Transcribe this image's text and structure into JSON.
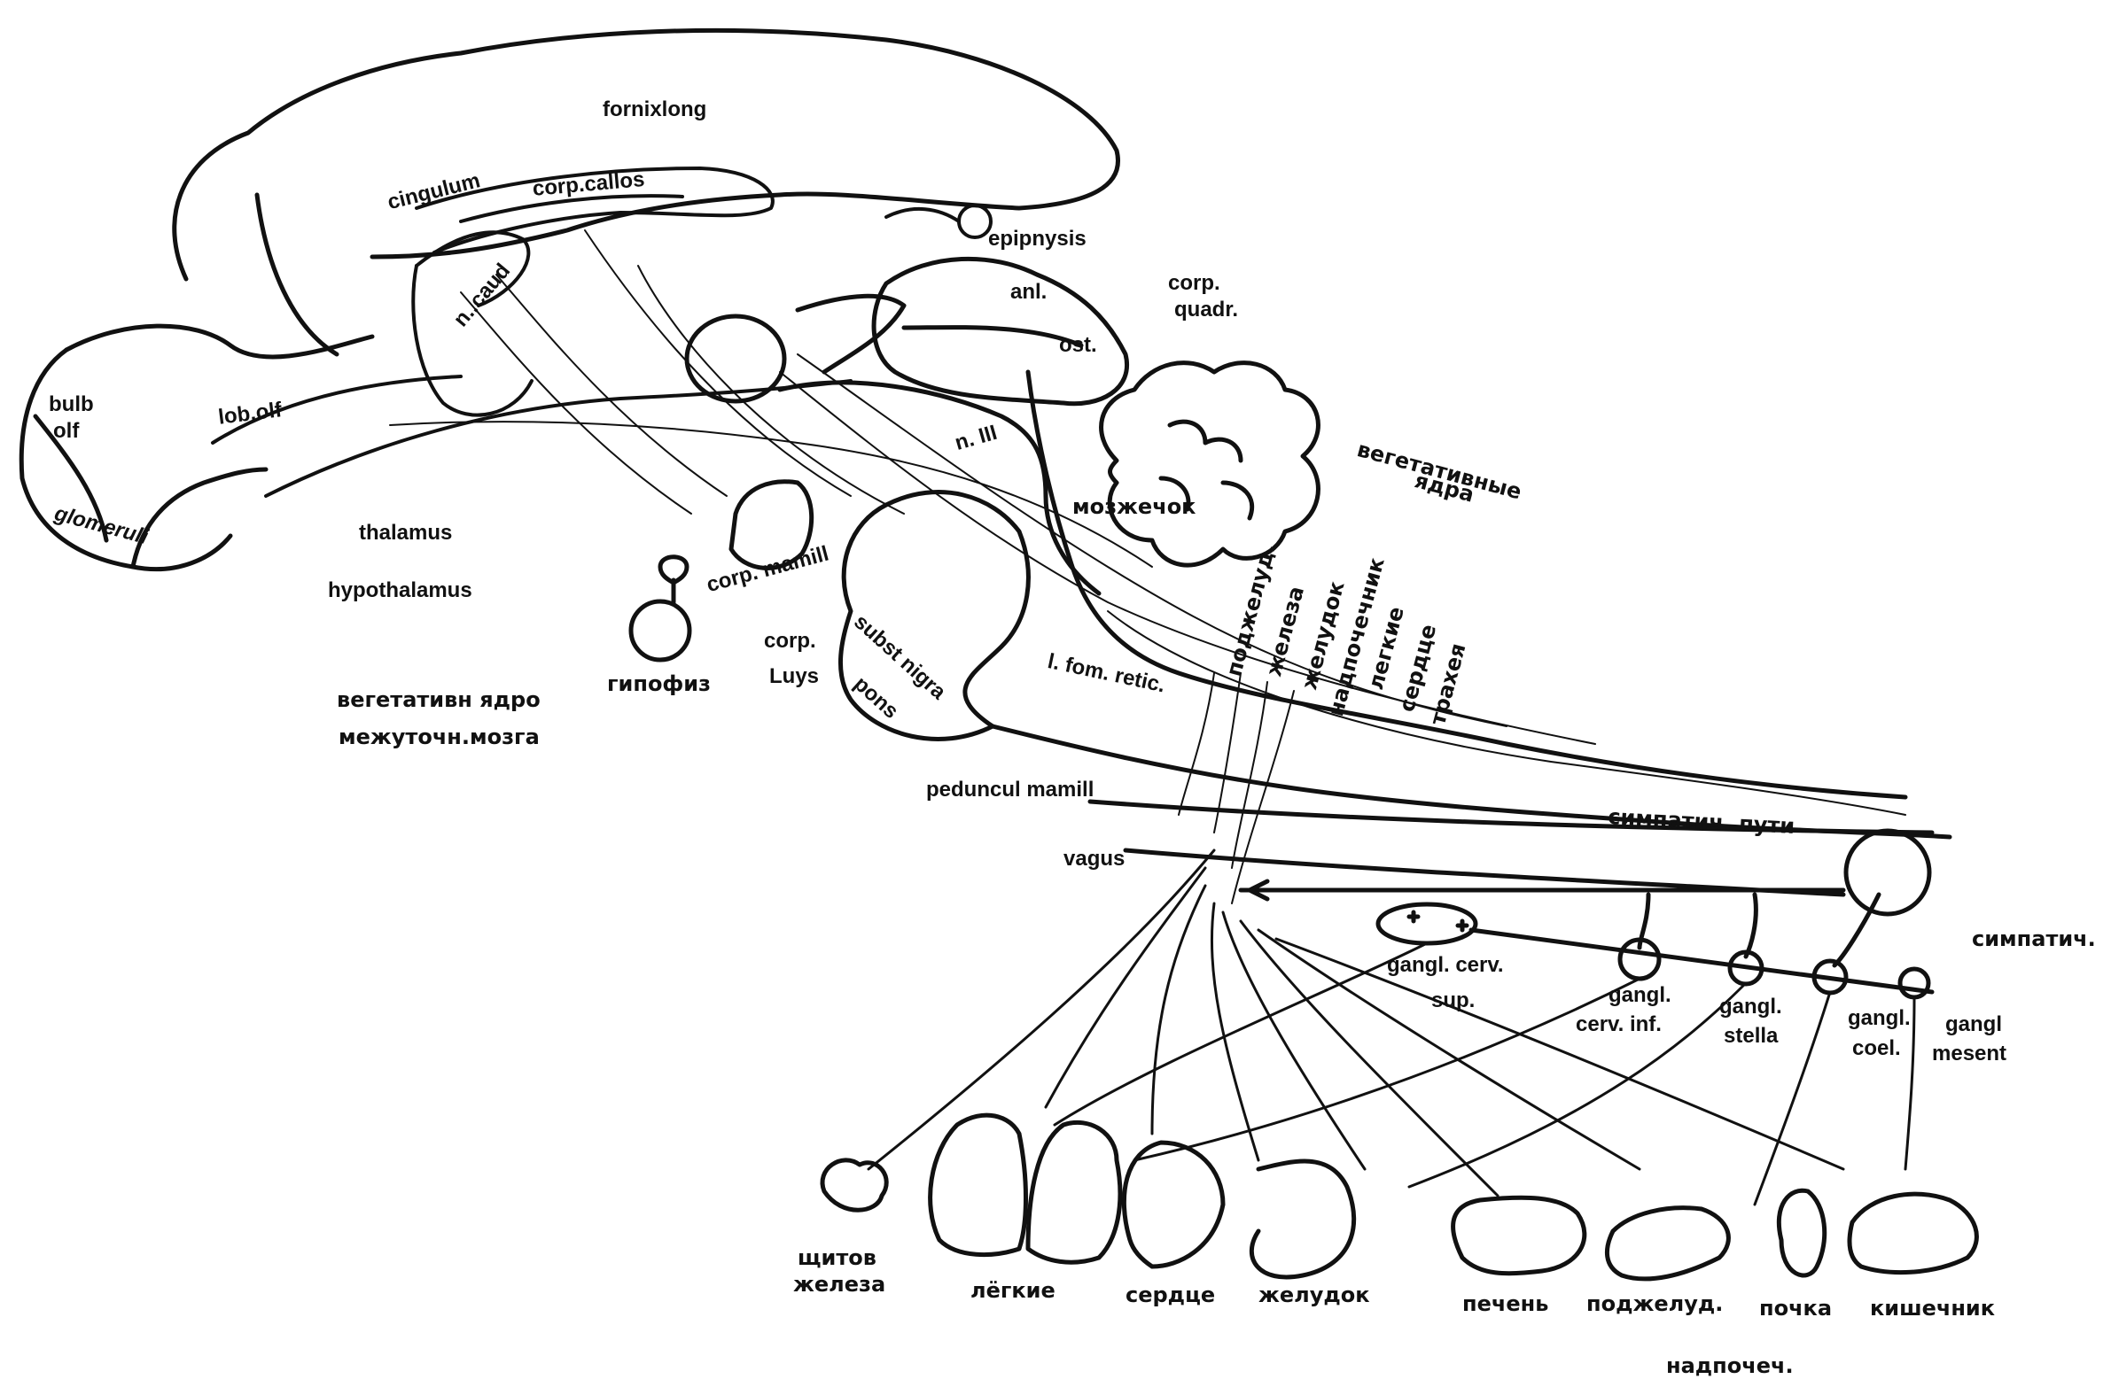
{
  "diagram": {
    "labels": {
      "fornix_long": "fornixlong",
      "cingulum": "cingulum",
      "corp_callos": "corp.callos",
      "epiphysis": "epipnysis",
      "anl": "anl.",
      "ost": "ost.",
      "corp": "corp.",
      "quadr": "quadr.",
      "n_caud": "n..caud",
      "bulb": "bulb",
      "olf": "olf",
      "lob_olf": "lob.olf",
      "glomeruli": "glomeruli",
      "n_iii": "n. III",
      "cerebellum": "мозжечок",
      "veg_nuclei_1": "вегетативные",
      "veg_nuclei_2": "ядра",
      "thalamus": "thalamus",
      "hypothalamus": "hypothalamus",
      "corp_mamill": "corp. mamill",
      "corp_luys_1": "corp.",
      "corp_luys_2": "Luys",
      "subst_nigra": "subst nigra",
      "pons": "pons",
      "hypophysis": "гипофиз",
      "veg_nucleus_1": "вегетативн ядро",
      "veg_nucleus_2": "межуточн.мозга",
      "organ_pancreas": "поджелуд.",
      "organ_gland": "железа",
      "organ_stomach": "желудок",
      "organ_adrenal": "надпочечник",
      "organ_lungs": "легкие",
      "organ_heart": "сердце",
      "organ_trachea": "трахея",
      "fom_retic": "l. fom. retic.",
      "peduncul_mamill": "peduncul mamill",
      "sympathetic_paths": "симпатич. пути",
      "vagus": "vagus",
      "sympathetic": "симпатич.",
      "gangl_cerv_sup_1": "gangl. cerv.",
      "gangl_cerv_sup_2": "sup.",
      "gangl_cerv_inf_1": "gangl.",
      "gangl_cerv_inf_2": "cerv. inf.",
      "gangl_stella_1": "gangl.",
      "gangl_stella_2": "stella",
      "gangl_coel_1": "gangl.",
      "gangl_coel_2": "coel.",
      "gangl_mesent_1": "gangl",
      "gangl_mesent_2": "mesent",
      "thyroid_1": "щитов",
      "thyroid_2": "железа",
      "lungs": "лёгкие",
      "heart": "сердце",
      "stomach": "желудок",
      "liver": "печень",
      "pancreas": "поджелуд.",
      "kidney": "почка",
      "intestine": "кишечник",
      "adrenal": "надпочеч."
    }
  }
}
